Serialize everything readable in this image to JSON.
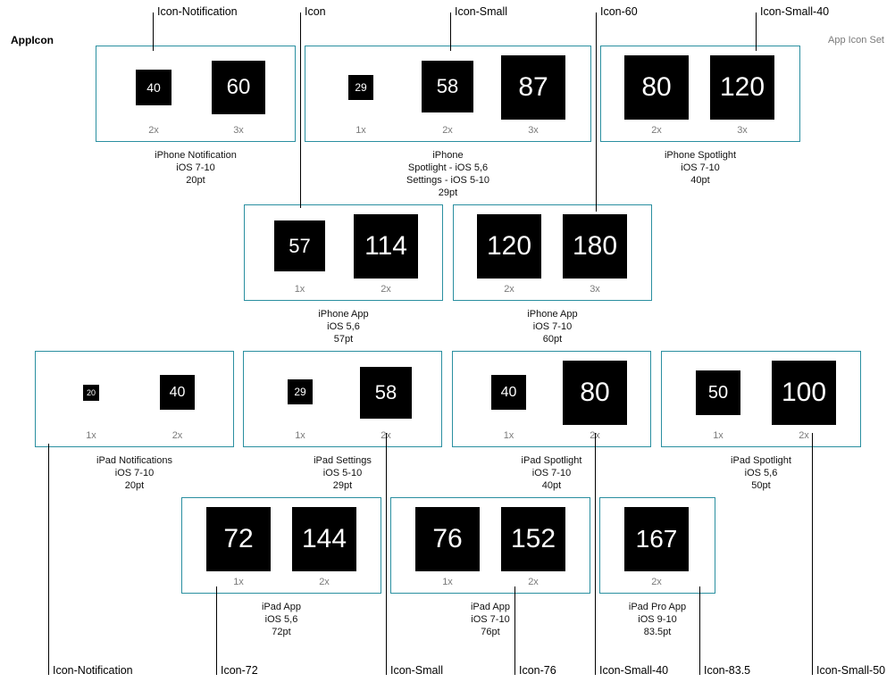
{
  "header": {
    "title": "AppIcon",
    "subtitle": "App Icon Set"
  },
  "groups": [
    {
      "id": "iphone-notification",
      "caption": [
        "iPhone Notification",
        "iOS 7-10",
        "20pt"
      ],
      "slots": [
        {
          "size": "40",
          "scale": "2x"
        },
        {
          "size": "60",
          "scale": "3x"
        }
      ]
    },
    {
      "id": "iphone-small",
      "caption": [
        "iPhone",
        "Spotlight - iOS 5,6",
        "Settings - iOS 5-10",
        "29pt"
      ],
      "slots": [
        {
          "size": "29",
          "scale": "1x"
        },
        {
          "size": "58",
          "scale": "2x"
        },
        {
          "size": "87",
          "scale": "3x"
        }
      ]
    },
    {
      "id": "iphone-spotlight",
      "caption": [
        "iPhone Spotlight",
        "iOS 7-10",
        "40pt"
      ],
      "slots": [
        {
          "size": "80",
          "scale": "2x"
        },
        {
          "size": "120",
          "scale": "3x"
        }
      ]
    },
    {
      "id": "iphone-app-57",
      "caption": [
        "iPhone App",
        "iOS 5,6",
        "57pt"
      ],
      "slots": [
        {
          "size": "57",
          "scale": "1x"
        },
        {
          "size": "114",
          "scale": "2x"
        }
      ]
    },
    {
      "id": "iphone-app-60",
      "caption": [
        "iPhone App",
        "iOS 7-10",
        "60pt"
      ],
      "slots": [
        {
          "size": "120",
          "scale": "2x"
        },
        {
          "size": "180",
          "scale": "3x"
        }
      ]
    },
    {
      "id": "ipad-notifications",
      "caption": [
        "iPad Notifications",
        "iOS 7-10",
        "20pt"
      ],
      "slots": [
        {
          "size": "20",
          "scale": "1x"
        },
        {
          "size": "40",
          "scale": "2x"
        }
      ]
    },
    {
      "id": "ipad-settings",
      "caption": [
        "iPad Settings",
        "iOS 5-10",
        "29pt"
      ],
      "slots": [
        {
          "size": "29",
          "scale": "1x"
        },
        {
          "size": "58",
          "scale": "2x"
        }
      ]
    },
    {
      "id": "ipad-spotlight-40",
      "caption": [
        "iPad Spotlight",
        "iOS 7-10",
        "40pt"
      ],
      "slots": [
        {
          "size": "40",
          "scale": "1x"
        },
        {
          "size": "80",
          "scale": "2x"
        }
      ]
    },
    {
      "id": "ipad-spotlight-50",
      "caption": [
        "iPad Spotlight",
        "iOS 5,6",
        "50pt"
      ],
      "slots": [
        {
          "size": "50",
          "scale": "1x"
        },
        {
          "size": "100",
          "scale": "2x"
        }
      ]
    },
    {
      "id": "ipad-app-72",
      "caption": [
        "iPad App",
        "iOS 5,6",
        "72pt"
      ],
      "slots": [
        {
          "size": "72",
          "scale": "1x"
        },
        {
          "size": "144",
          "scale": "2x"
        }
      ]
    },
    {
      "id": "ipad-app-76",
      "caption": [
        "iPad App",
        "iOS 7-10",
        "76pt"
      ],
      "slots": [
        {
          "size": "76",
          "scale": "1x"
        },
        {
          "size": "152",
          "scale": "2x"
        }
      ]
    },
    {
      "id": "ipad-pro-app",
      "caption": [
        "iPad Pro App",
        "iOS 9-10",
        "83.5pt"
      ],
      "slots": [
        {
          "size": "167",
          "scale": "2x"
        }
      ]
    }
  ],
  "callouts": [
    "Icon-Notification",
    "Icon",
    "Icon-Small",
    "Icon-60",
    "Icon-Small-40",
    "Icon-Notification",
    "Icon-72",
    "Icon-Small",
    "Icon-76",
    "Icon-Small-40",
    "Icon-83.5",
    "Icon-Small-50"
  ]
}
